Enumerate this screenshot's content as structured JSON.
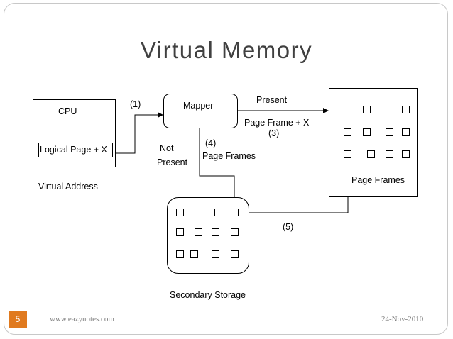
{
  "slide": {
    "title": "Virtual Memory",
    "page_number": "5",
    "footer_left": "www.eazynotes.com",
    "footer_right": "24-Nov-2010",
    "accent_color": "#e07a1f"
  },
  "diagram": {
    "cpu": {
      "title": "CPU",
      "inner_label": "Logical Page + X",
      "caption": "Virtual Address"
    },
    "mapper": {
      "label": "Mapper"
    },
    "edge_1": {
      "label": "(1)"
    },
    "edge_present": {
      "label": "Present",
      "sub_label": "Page Frame + X",
      "number": "(3)"
    },
    "edge_not_present": {
      "line1": "Not",
      "line2": "Present"
    },
    "edge_4": {
      "number": "(4)",
      "label": "Page Frames"
    },
    "edge_5": {
      "label": "(5)"
    },
    "physical_memory": {
      "caption": "Page Frames"
    },
    "secondary_storage": {
      "caption": "Secondary Storage"
    }
  }
}
